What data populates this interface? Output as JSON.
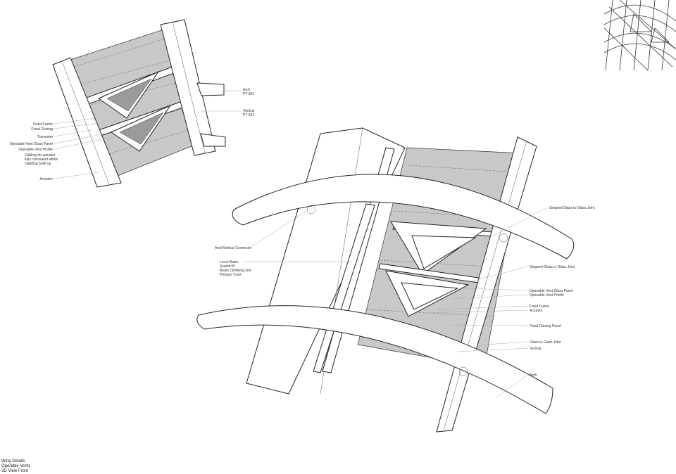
{
  "detail_small": {
    "labels_left": [
      "Fixed Frame",
      "Fixed Glazing",
      "Transome",
      "Openable Vent Glass Panel",
      "Openable Vent Profile"
    ],
    "cabling": [
      "Cabling for actuator",
      "fully concealed within",
      "cladding build up"
    ],
    "actuator": "Actuator",
    "arch": [
      "Arch",
      "PT-301"
    ],
    "vertical": [
      "Vertical",
      "PT-301"
    ]
  },
  "detail_large": {
    "connector": "Arch/Vertical Connector",
    "track": [
      "Lerch Bates",
      "System B",
      "Beam Climbing Unit",
      "Primary Track"
    ],
    "labels_right": [
      "Stepped Glass to Glass Joint",
      "Stepped Glass to Glass Joint",
      "Openable Vent Glass Panel",
      "Openable Vent Profile",
      "Fixed Frame",
      "Actuator",
      "Fixed Glazing Panel",
      "Glass to Glass Joint",
      "Vertical",
      "Arch"
    ]
  },
  "title_block": [
    "Wing Details",
    "Operable Vents",
    "3D View Front"
  ]
}
